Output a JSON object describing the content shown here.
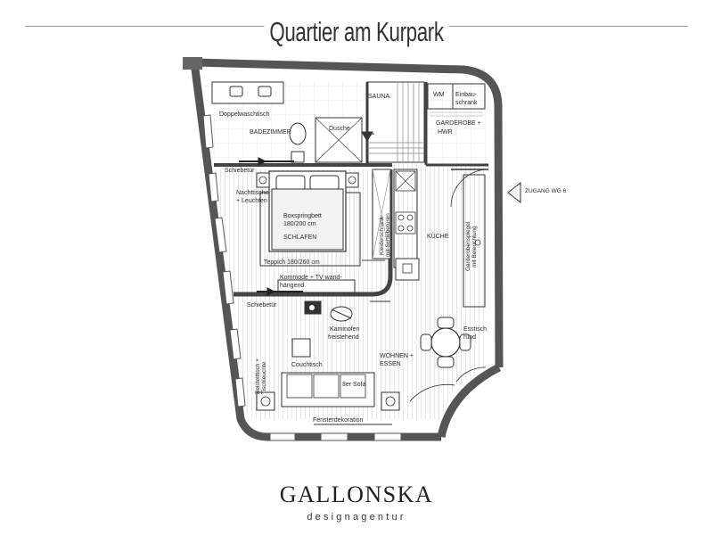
{
  "title": "Quartier am Kurpark",
  "brand": {
    "name": "GALLONSKA",
    "tagline": "designagentur"
  },
  "labels": {
    "doppelwaschtisch": "Doppelwaschtisch",
    "badezimmer": "BADEZIMMER",
    "dusche": "Dusche",
    "sauna": "SAUNA",
    "wm": "WM",
    "einbauschrank_1": "Einbau-",
    "einbauschrank_2": "schrank",
    "garderobe_1": "GARDEROBE +",
    "garderobe_2": "HWR",
    "zugang": "ZUGANG WG 6",
    "schiebetuer_1": "Schiebetür",
    "schiebetuer_2": "Schiebetür",
    "nachttische_1": "Nachttische",
    "nachttische_2": "+ Leuchten",
    "boxspring_1": "Boxspringbett",
    "boxspring_2": "180/200 cm",
    "schlafen": "SCHLAFEN",
    "teppich": "Teppich 180/260 cm",
    "kleiderschrank_1": "Kleiderschrank",
    "kleiderschrank_2": "mit Schiebetüren",
    "kueche": "KÜCHE",
    "garderobenspiegel_1": "Garderobenspiegel",
    "garderobenspiegel_2": "mit Beleuchtung",
    "kommode_1": "Kommode + TV wand-",
    "kommode_2": "hängend",
    "kaminofen_1": "Kaminofen",
    "kaminofen_2": "freistehend",
    "esstisch_1": "Esstisch",
    "esstisch_2": "rund",
    "couchtisch": "Couchtisch",
    "wohnen_1": "WOHNEN +",
    "wohnen_2": "ESSEN",
    "beistelltisch_1": "Beistelltisch +",
    "beistelltisch_2": "Tischleuchte",
    "sofa": "3er Sofa",
    "fensterdeko": "Fensterdekoration"
  }
}
